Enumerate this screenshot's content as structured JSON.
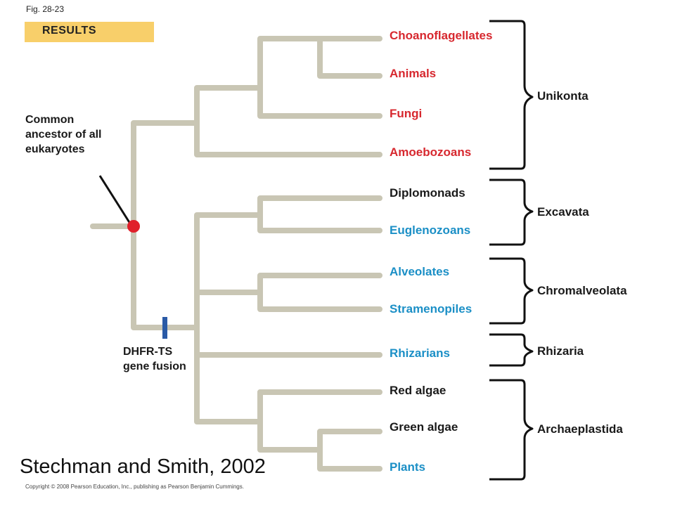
{
  "figure": {
    "label": "Fig. 28-23",
    "results_label": "RESULTS",
    "citation": "Stechman and Smith, 2002",
    "copyright": "Copyright © 2008 Pearson Education, Inc., publishing as Pearson Benjamin Cummings."
  },
  "annotations": {
    "common_ancestor": "Common ancestor of all eukaryotes",
    "fusion": "DHFR-TS gene fusion"
  },
  "taxa": [
    {
      "name": "Choanoflagellates",
      "color": "#d7282f"
    },
    {
      "name": "Animals",
      "color": "#d7282f"
    },
    {
      "name": "Fungi",
      "color": "#d7282f"
    },
    {
      "name": "Amoebozoans",
      "color": "#d7282f"
    },
    {
      "name": "Diplomonads",
      "color": "#1a1a1a"
    },
    {
      "name": "Euglenozoans",
      "color": "#1b8fc6"
    },
    {
      "name": "Alveolates",
      "color": "#1b8fc6"
    },
    {
      "name": "Stramenopiles",
      "color": "#1b8fc6"
    },
    {
      "name": "Rhizarians",
      "color": "#1b8fc6"
    },
    {
      "name": "Red algae",
      "color": "#1a1a1a"
    },
    {
      "name": "Green algae",
      "color": "#1a1a1a"
    },
    {
      "name": "Plants",
      "color": "#1b8fc6"
    }
  ],
  "supergroups": [
    {
      "name": "Unikonta"
    },
    {
      "name": "Excavata"
    },
    {
      "name": "Chromalveolata"
    },
    {
      "name": "Rhizaria"
    },
    {
      "name": "Archaeplastida"
    }
  ],
  "colors": {
    "branch": "#c9c6b4",
    "ancestor_dot": "#e0202a",
    "fusion_marker": "#2a5aa6",
    "bracket": "#111111",
    "results_box": "#f8cf6a"
  }
}
